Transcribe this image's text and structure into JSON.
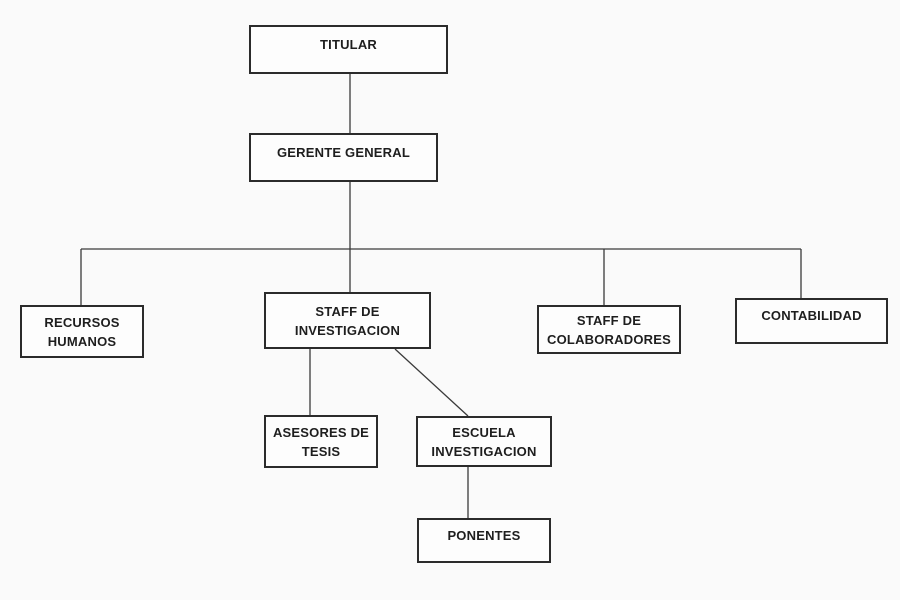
{
  "org_chart": {
    "titular": "TITULAR",
    "gerente": "GERENTE GENERAL",
    "recursos_humanos": "RECURSOS\nHUMANOS",
    "staff_investigacion": "STAFF DE\nINVESTIGACION",
    "staff_colaboradores": "STAFF DE\nCOLABORADORES",
    "contabilidad": "CONTABILIDAD",
    "asesores_tesis": "ASESORES DE\nTESIS",
    "escuela_investigacion": "ESCUELA\nINVESTIGACION",
    "ponentes": "PONENTES"
  },
  "colors": {
    "border": "#2b2b2b",
    "connector": "#3a3a3a",
    "background": "#fafafa"
  }
}
